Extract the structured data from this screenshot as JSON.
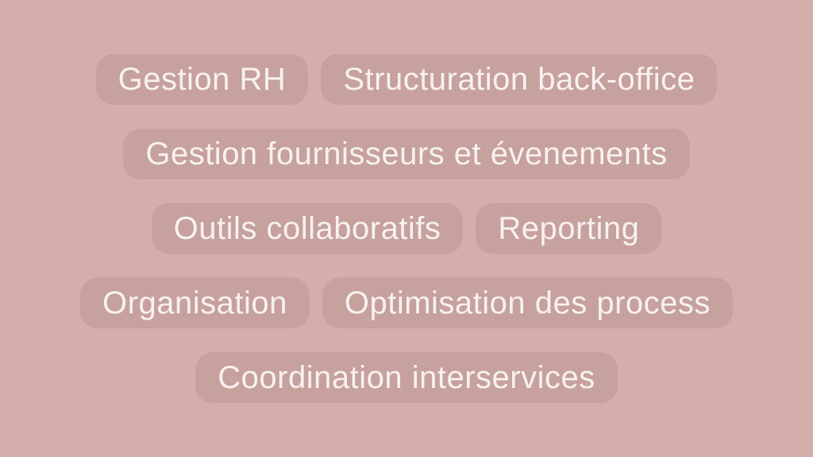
{
  "colors": {
    "background": "#d4aeab",
    "pill_background": "#c6a19d",
    "pill_text": "#f8f1ef"
  },
  "rows": [
    [
      "Gestion RH",
      "Structuration back-office"
    ],
    [
      "Gestion fournisseurs et évenements"
    ],
    [
      "Outils collaboratifs",
      "Reporting"
    ],
    [
      "Organisation",
      "Optimisation des process"
    ],
    [
      "Coordination interservices"
    ]
  ]
}
